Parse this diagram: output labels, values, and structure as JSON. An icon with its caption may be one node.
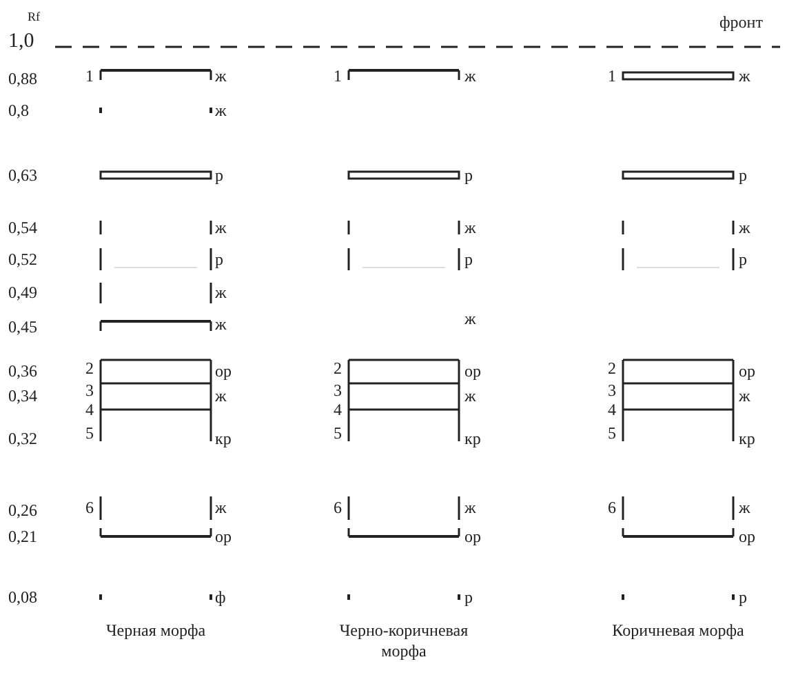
{
  "diagram": {
    "labels": [
      "Rf",
      "1,0",
      "фронт",
      "0,88",
      "1",
      "ж",
      "1",
      "ж",
      "1",
      "ж",
      "0,8",
      "ж",
      "0,63",
      "р",
      "р",
      "р",
      "0,54",
      "ж",
      "ж",
      "ж",
      "0,52",
      "р",
      "р",
      "р",
      "0,49",
      "ж",
      "0,45",
      "ж",
      "ж",
      "0,36",
      "2",
      "ор",
      "2",
      "ор",
      "2",
      "ор",
      "0,34",
      "3",
      "ж",
      "3",
      "ж",
      "3",
      "ж",
      "4",
      "4",
      "4",
      "0,32",
      "5",
      "кр",
      "5",
      "кр",
      "5",
      "кр",
      "0,26",
      "6",
      "ж",
      "6",
      "ж",
      "6",
      "ж",
      "0,21",
      "ор",
      "ор",
      "ор",
      "0,08",
      "ф",
      "р",
      "р",
      "Черная морфа",
      "Черно-коричневая морфа",
      "Коричневая морфа"
    ]
  }
}
